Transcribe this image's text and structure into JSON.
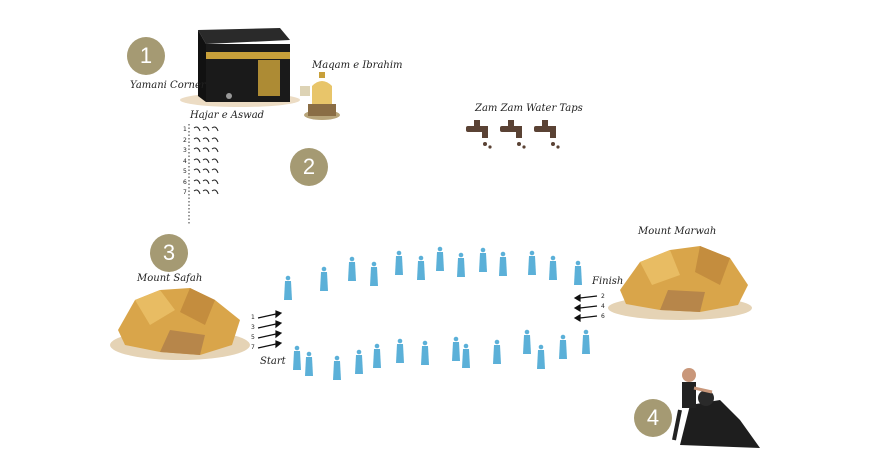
{
  "steps": [
    "1",
    "2",
    "3",
    "4"
  ],
  "labels": {
    "yamani_corner": "Yamani Corner",
    "maqam_ibrahim": "Maqam e Ibrahim",
    "hajar_aswad": "Hajar e Aswad",
    "zam_zam": "Zam Zam Water Taps",
    "mount_marwah": "Mount Marwah",
    "mount_safah": "Mount Safah",
    "finish": "Finish",
    "start": "Start"
  },
  "tawaf_rounds": [
    "1",
    "2",
    "3",
    "4",
    "5",
    "6",
    "7"
  ],
  "safah_rounds": [
    "1",
    "3",
    "5",
    "7"
  ],
  "marwah_rounds": [
    "2",
    "4",
    "6"
  ],
  "colors": {
    "badge": "#a59a73",
    "pilgrim": "#5bb0d8",
    "rock": "#d9a54a",
    "rock_shadow": "#b7864a",
    "rock_base": "#e5d3b5",
    "kaaba": "#1a1a1a",
    "gold": "#c8a03a",
    "tap": "#5a4234"
  },
  "icons": [
    "kaaba-icon",
    "maqam-lantern-icon",
    "water-tap-icon",
    "rock-icon",
    "pilgrim-icon",
    "barber-icon"
  ]
}
